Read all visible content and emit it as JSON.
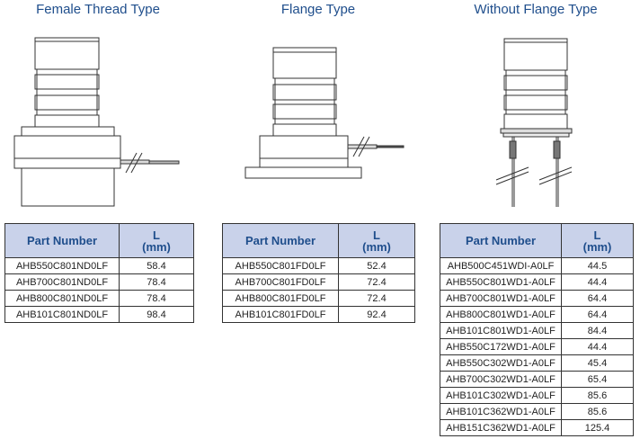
{
  "sections": [
    {
      "title": "Female Thread Type",
      "headers": [
        "Part Number",
        "L",
        "(mm)"
      ],
      "rows": [
        [
          "AHB550C801ND0LF",
          "58.4"
        ],
        [
          "AHB700C801ND0LF",
          "78.4"
        ],
        [
          "AHB800C801ND0LF",
          "78.4"
        ],
        [
          "AHB101C801ND0LF",
          "98.4"
        ]
      ]
    },
    {
      "title": "Flange Type",
      "headers": [
        "Part Number",
        "L",
        "(mm)"
      ],
      "rows": [
        [
          "AHB550C801FD0LF",
          "52.4"
        ],
        [
          "AHB700C801FD0LF",
          "72.4"
        ],
        [
          "AHB800C801FD0LF",
          "72.4"
        ],
        [
          "AHB101C801FD0LF",
          "92.4"
        ]
      ]
    },
    {
      "title": "Without Flange Type",
      "headers": [
        "Part Number",
        "L",
        "(mm)"
      ],
      "rows": [
        [
          "AHB500C451WDI-A0LF",
          "44.5"
        ],
        [
          "AHB550C801WD1-A0LF",
          "44.4"
        ],
        [
          "AHB700C801WD1-A0LF",
          "64.4"
        ],
        [
          "AHB800C801WD1-A0LF",
          "64.4"
        ],
        [
          "AHB101C801WD1-A0LF",
          "84.4"
        ],
        [
          "AHB550C172WD1-A0LF",
          "44.4"
        ],
        [
          "AHB550C302WD1-A0LF",
          "45.4"
        ],
        [
          "AHB700C302WD1-A0LF",
          "65.4"
        ],
        [
          "AHB101C302WD1-A0LF",
          "85.6"
        ],
        [
          "AHB101C362WD1-A0LF",
          "85.6"
        ],
        [
          "AHB151C362WD1-A0LF",
          "125.4"
        ]
      ]
    }
  ],
  "colors": {
    "title": "#1f4e8c",
    "header_bg": "#c9d2ea"
  }
}
